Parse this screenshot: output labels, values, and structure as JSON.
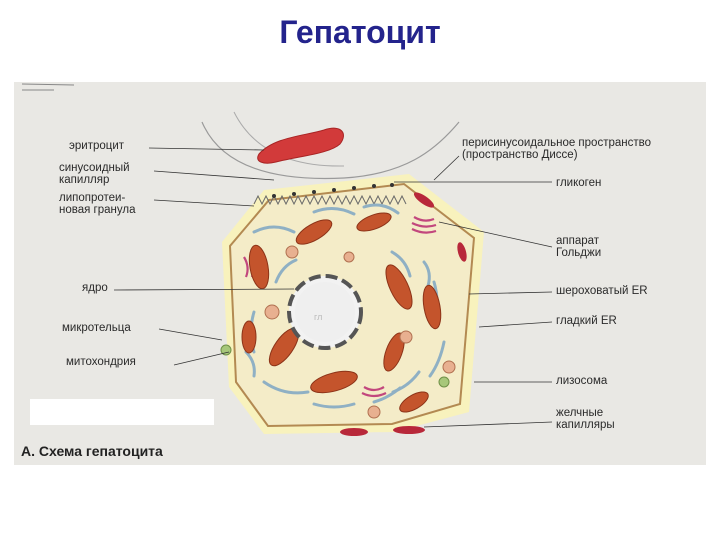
{
  "title": "Гепатоцит",
  "figure": {
    "caption": "А. Схема гепатоцита",
    "labels": {
      "erythrocyte": "эритроцит",
      "sinusoid": "синусоидный\nкапилляр",
      "lipoprotein": "липопротеи-\nновая гранула",
      "nucleus": "ядро",
      "microbody": "микротельца",
      "mitochondrion": "митохондрия",
      "perisinusoidal": "перисинусоидальное пространство\n(пространство Диссе)",
      "glycogen": "гликоген",
      "golgi": "аппарат\nГольджи",
      "rough_er": "шероховатый ER",
      "smooth_er": "гладкий ER",
      "lysosome": "лизосома",
      "bile": "желчные\nкапилляры"
    }
  },
  "colors": {
    "title": "#23238c",
    "figure_bg": "#e9e8e4",
    "cell_fill": "#f6eec2",
    "mitochondria": "#c4542c",
    "erythrocyte": "#d23a3a",
    "er": "#8fb0c4",
    "golgi": "#c2477d"
  }
}
